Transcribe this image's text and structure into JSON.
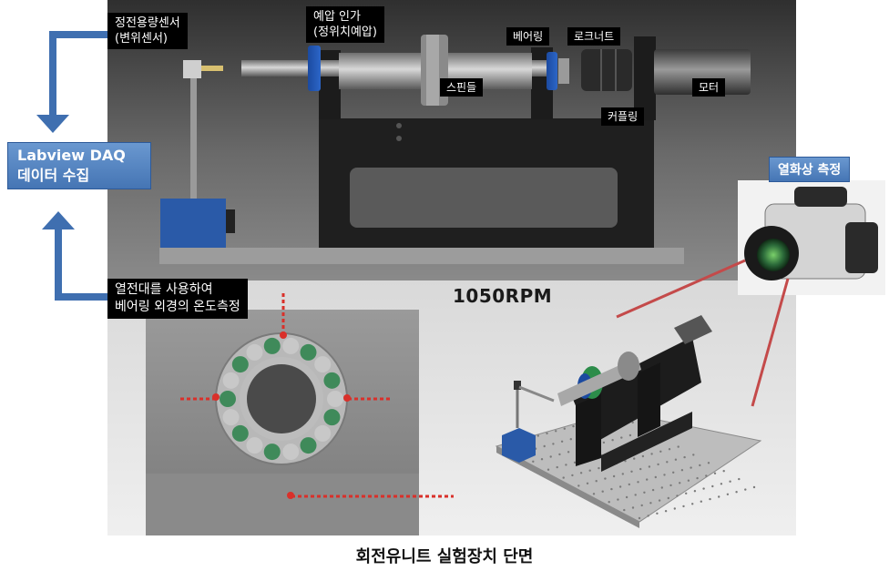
{
  "labels": {
    "sensor": [
      "정전용량센서",
      "(변위센서)"
    ],
    "preload": [
      "예압 인가",
      "(정위치예압)"
    ],
    "bearing": "베어링",
    "locknut": "로크너트",
    "spindle": "스핀들",
    "motor": "모터",
    "coupling": "커플링",
    "daq": [
      "Labview DAQ",
      "데이터 수집"
    ],
    "thermocouple": [
      "열전대를 사용하여",
      "베어링 외경의 온도측정"
    ],
    "thermal": "열화상 측정",
    "rpm": "1050RPM",
    "caption": "회전유니트 실험장치 단면"
  },
  "colors": {
    "accent_blue": "#4575b4",
    "arrow_blue": "#3f6fb0",
    "dark_bg": "#3c3c3c",
    "red_probe": "#d9302a",
    "sensor_blue": "#2a5aa8"
  }
}
